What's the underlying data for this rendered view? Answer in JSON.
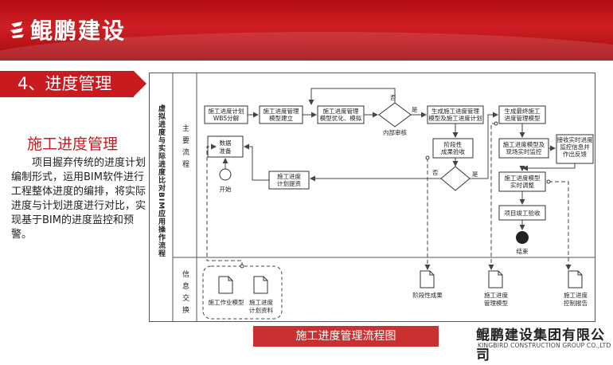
{
  "header": {
    "brand": "鲲鹏建设"
  },
  "section": {
    "title": "4、进度管理"
  },
  "left": {
    "heading": "施工进度管理",
    "description": "项目握弃传统的进度计划编制形式，运用BIM软件进行工程整体进度的编排，将实际进度与计划进度进行对比，实现基于BIM的进度监控和预警。"
  },
  "diagram": {
    "title": "虚拟进度与实际进度比对BIM应用操作流程",
    "lanes": {
      "main": "主要流程",
      "info": "信息交换"
    },
    "nodes": {
      "data_prep": "数据准备",
      "start": "开始",
      "wbs": "施工进度计划WBS分解",
      "model_build": "施工进度管理模型建立",
      "model_opt": "施工进度管理模型优化、模拟",
      "internal_review": "内部审核",
      "generate": "生成施工进度管理模型及施工进度计划",
      "stage_accept": "阶段性成果验收",
      "plan_submit": "施工进度计划提资",
      "final_model": "生成最终施工进度管理模型",
      "monitor": "施工进度模型及现场实时监控",
      "feedback": "接收实时进度监控信息并作出反馈",
      "adjust": "施工进度模型实时调整",
      "completion": "项目竣工验收",
      "end": "结束",
      "yes1": "是",
      "no1": "否",
      "yes2": "是",
      "no2": "否"
    },
    "docs": {
      "work_model": "施工作业模型",
      "schedule_data": "施工进度计划资料",
      "stage_result": "阶段性成果",
      "progress_model": "施工进度管理模型",
      "control_report": "施工进度控制报告"
    }
  },
  "caption": "施工进度管理流程图",
  "company": {
    "name_cn": "鲲鹏建设集团有限公司",
    "name_en": "KINGBIRD CONSTRUCTION GROUP CO.,LTD"
  },
  "colors": {
    "brand_red": "#c91a1f",
    "caption_red": "#c8312f"
  }
}
